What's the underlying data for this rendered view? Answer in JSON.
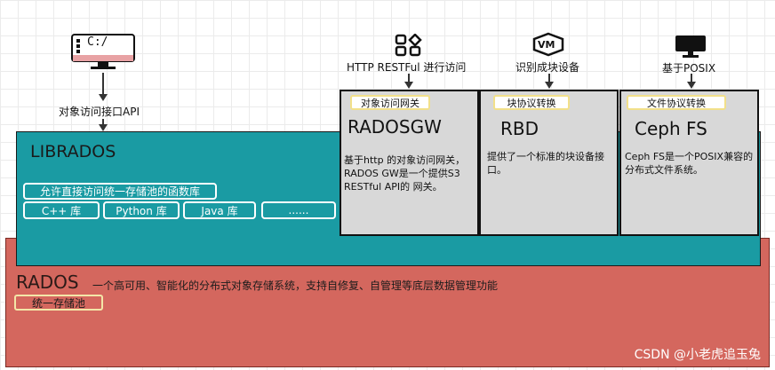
{
  "client": {
    "caption": "对象访问接口API",
    "screen_text": "C:/"
  },
  "access": [
    {
      "icon": "object-storage-icon",
      "caption": "HTTP RESTFul 进行访问"
    },
    {
      "icon": "vm-icon",
      "caption": "识别成块设备",
      "badge": "VM"
    },
    {
      "icon": "monitor-icon",
      "caption": "基于POSIX"
    }
  ],
  "gateways": [
    {
      "tag": "对象访问网关",
      "title": "RADOSGW",
      "desc": "基于http 的对象访问网关，RADOS GW是一个提供S3 RESTful API的 网关。"
    },
    {
      "tag": "块协议转换",
      "title": "RBD",
      "desc": "提供了一个标准的块设备接口。"
    },
    {
      "tag": "文件协议转换",
      "title": "Ceph FS",
      "desc": "Ceph FS是一个POSIX兼容的分布式文件系统。"
    }
  ],
  "librados": {
    "title": "LIBRADOS",
    "desc": "允许直接访问统一存储池的函数库",
    "libs": [
      "C++ 库",
      "Python 库",
      "Java 库",
      "......"
    ]
  },
  "rados": {
    "title": "RADOS",
    "desc": "一个高可用、智能化的分布式对象存储系统，支持自修复、自管理等底层数据管理功能",
    "chip": "统一存储池"
  },
  "watermark": "CSDN @小老虎追玉兔",
  "colors": {
    "rados": "#d4675e",
    "librados": "#1a9ba3",
    "panel": "#d8d8d8",
    "tag_border": "#f2e08a"
  }
}
